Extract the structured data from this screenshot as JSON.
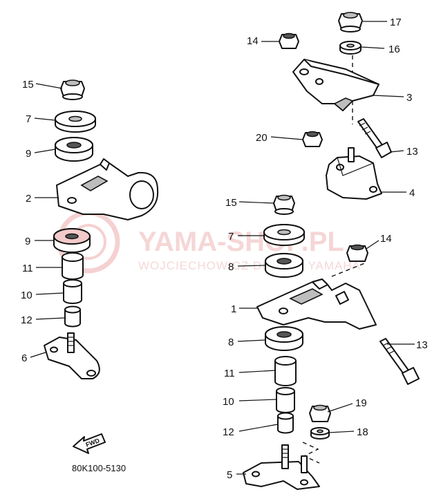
{
  "diagram": {
    "callouts": {
      "c15a": "15",
      "c7a": "7",
      "c9a": "9",
      "c2": "2",
      "c9b": "9",
      "c11a": "11",
      "c10a": "10",
      "c12a": "12",
      "c6": "6",
      "c17": "17",
      "c14a": "14",
      "c16": "16",
      "c3": "3",
      "c20": "20",
      "c13a": "13",
      "c4": "4",
      "c15b": "15",
      "c7b": "7",
      "c14b": "14",
      "c8a": "8",
      "c1": "1",
      "c8b": "8",
      "c13b": "13",
      "c11b": "11",
      "c10b": "10",
      "c19": "19",
      "c12b": "12",
      "c18": "18",
      "c5": "5"
    },
    "arrow_label": "FWD",
    "diagram_code": "80K100-5130",
    "watermark": {
      "line1": "YAMA-SHOP.PL",
      "line2": "WOJCIECHOWICZ DEALER YAMAHA"
    }
  }
}
